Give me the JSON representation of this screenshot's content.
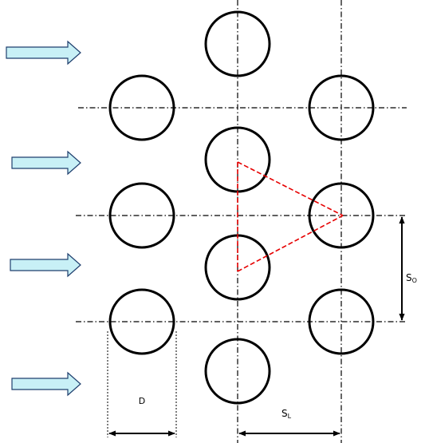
{
  "labels": {
    "diameter": "D",
    "transverse_pitch": {
      "main": "S",
      "sub": "O"
    },
    "longitudinal_pitch": {
      "main": "S",
      "sub": "L"
    }
  },
  "colors": {
    "tube_stroke": "#000000",
    "centerline": "#000000",
    "triangle": "#e60000",
    "arrow_fill": "#c8f0f6",
    "arrow_stroke": "#1f3f6e"
  },
  "flow_arrow_count": 4
}
